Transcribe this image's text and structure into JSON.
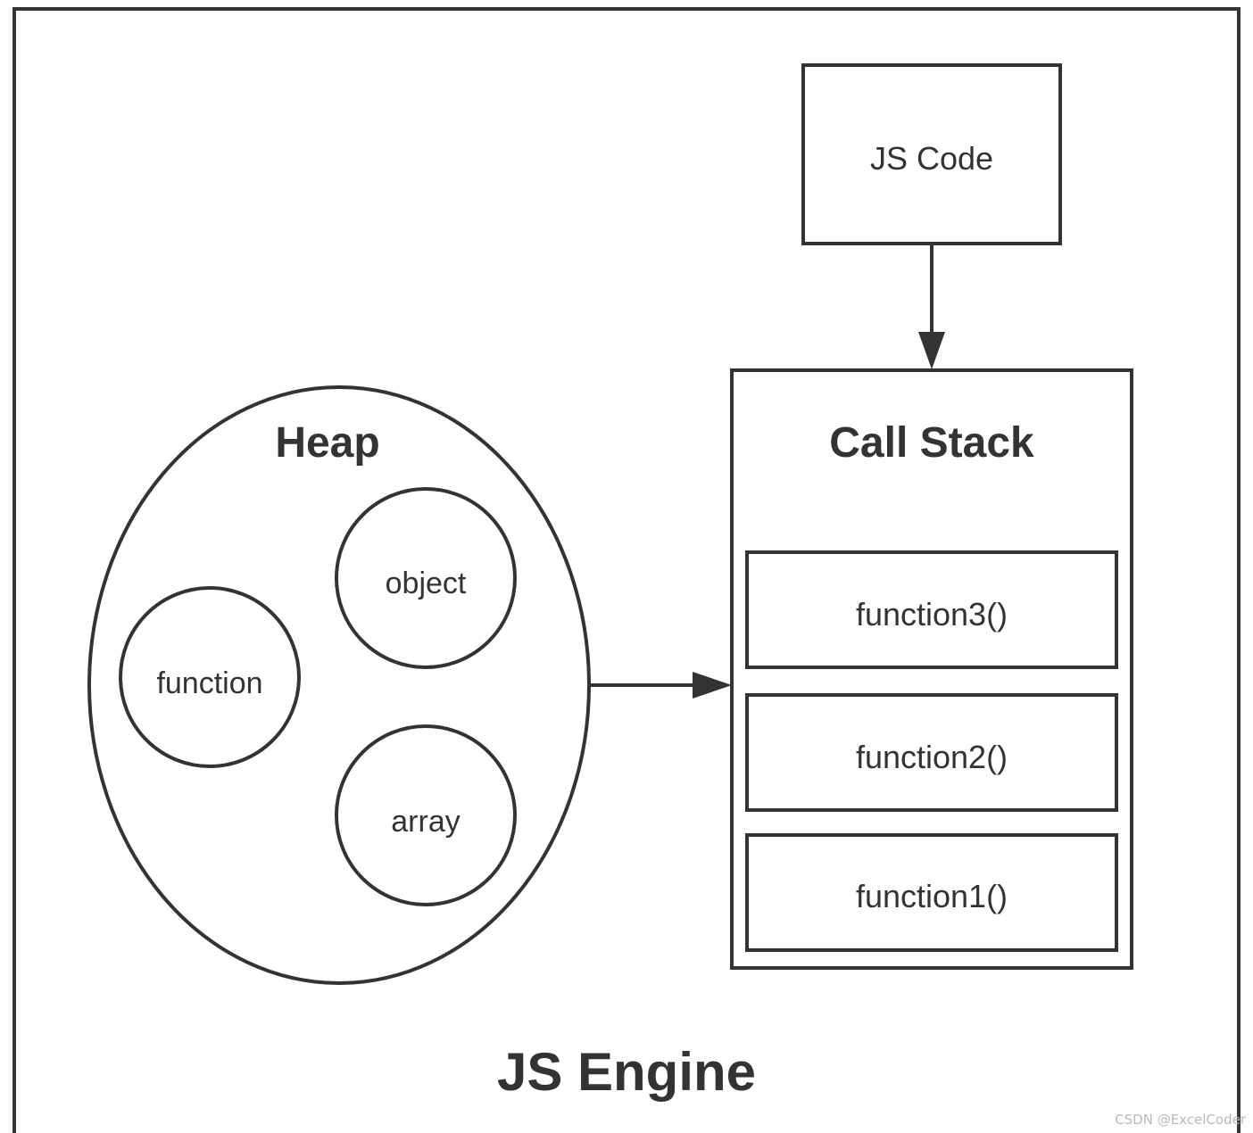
{
  "engine": {
    "label": "JS Engine"
  },
  "code_box": {
    "label": "JS Code"
  },
  "heap": {
    "label": "Heap",
    "items": [
      {
        "label": "object"
      },
      {
        "label": "function"
      },
      {
        "label": "array"
      }
    ]
  },
  "call_stack": {
    "label": "Call Stack",
    "frames": [
      {
        "label": "function3()"
      },
      {
        "label": "function2()"
      },
      {
        "label": "function1()"
      }
    ]
  },
  "watermark": {
    "text": "CSDN @ExcelCoder"
  },
  "colors": {
    "stroke": "#333333",
    "text": "#333333",
    "background": "#ffffff"
  }
}
